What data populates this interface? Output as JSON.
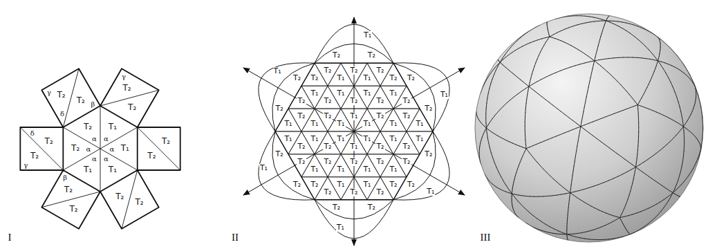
{
  "diagram": {
    "labels": [
      "I",
      "II",
      "III",
      "T₂",
      "T₂",
      "T₂",
      "T₂",
      "T₂",
      "T₂",
      "T₂",
      "T₂",
      "T₂",
      "T₂",
      "T₂",
      "T₂",
      "T₁",
      "T₁",
      "T₁",
      "T₁",
      "T₂",
      "T₂",
      "α",
      "α",
      "α",
      "α",
      "α",
      "α",
      "β",
      "β",
      "γ",
      "γ",
      "γ",
      "δ",
      "δ",
      "T₂",
      "T₂",
      "T₁",
      "T₂",
      "T₁",
      "T₂",
      "T₂",
      "T₂",
      "T₁",
      "T₂",
      "T₁",
      "T₂",
      "T₁",
      "T₂",
      "T₁",
      "T₂",
      "T₁",
      "T₂",
      "T₁",
      "T₂",
      "T₁",
      "T₁",
      "T₁",
      "T₂",
      "T₁",
      "T₂",
      "T₁",
      "T₁",
      "T₂",
      "T₁",
      "T₂",
      "T₁",
      "T₁",
      "T₁",
      "T₂",
      "T₁",
      "T₂",
      "T₁",
      "T₂",
      "T₁",
      "T₂",
      "T₁",
      "T₂",
      "T₁",
      "T₂",
      "T₁",
      "T₂",
      "T₂",
      "T₂",
      "T₁",
      "T₂",
      "T₁",
      "T₂",
      "T₂",
      "T₂",
      "T₂",
      "T₁",
      "T₂",
      "T₂",
      "T₁",
      "T₂",
      "T₂",
      "T₁",
      "T₂",
      "T₂",
      "T₁",
      "T₂",
      "T₂",
      "T₁",
      "T₂",
      "T₂",
      "T₁"
    ]
  }
}
